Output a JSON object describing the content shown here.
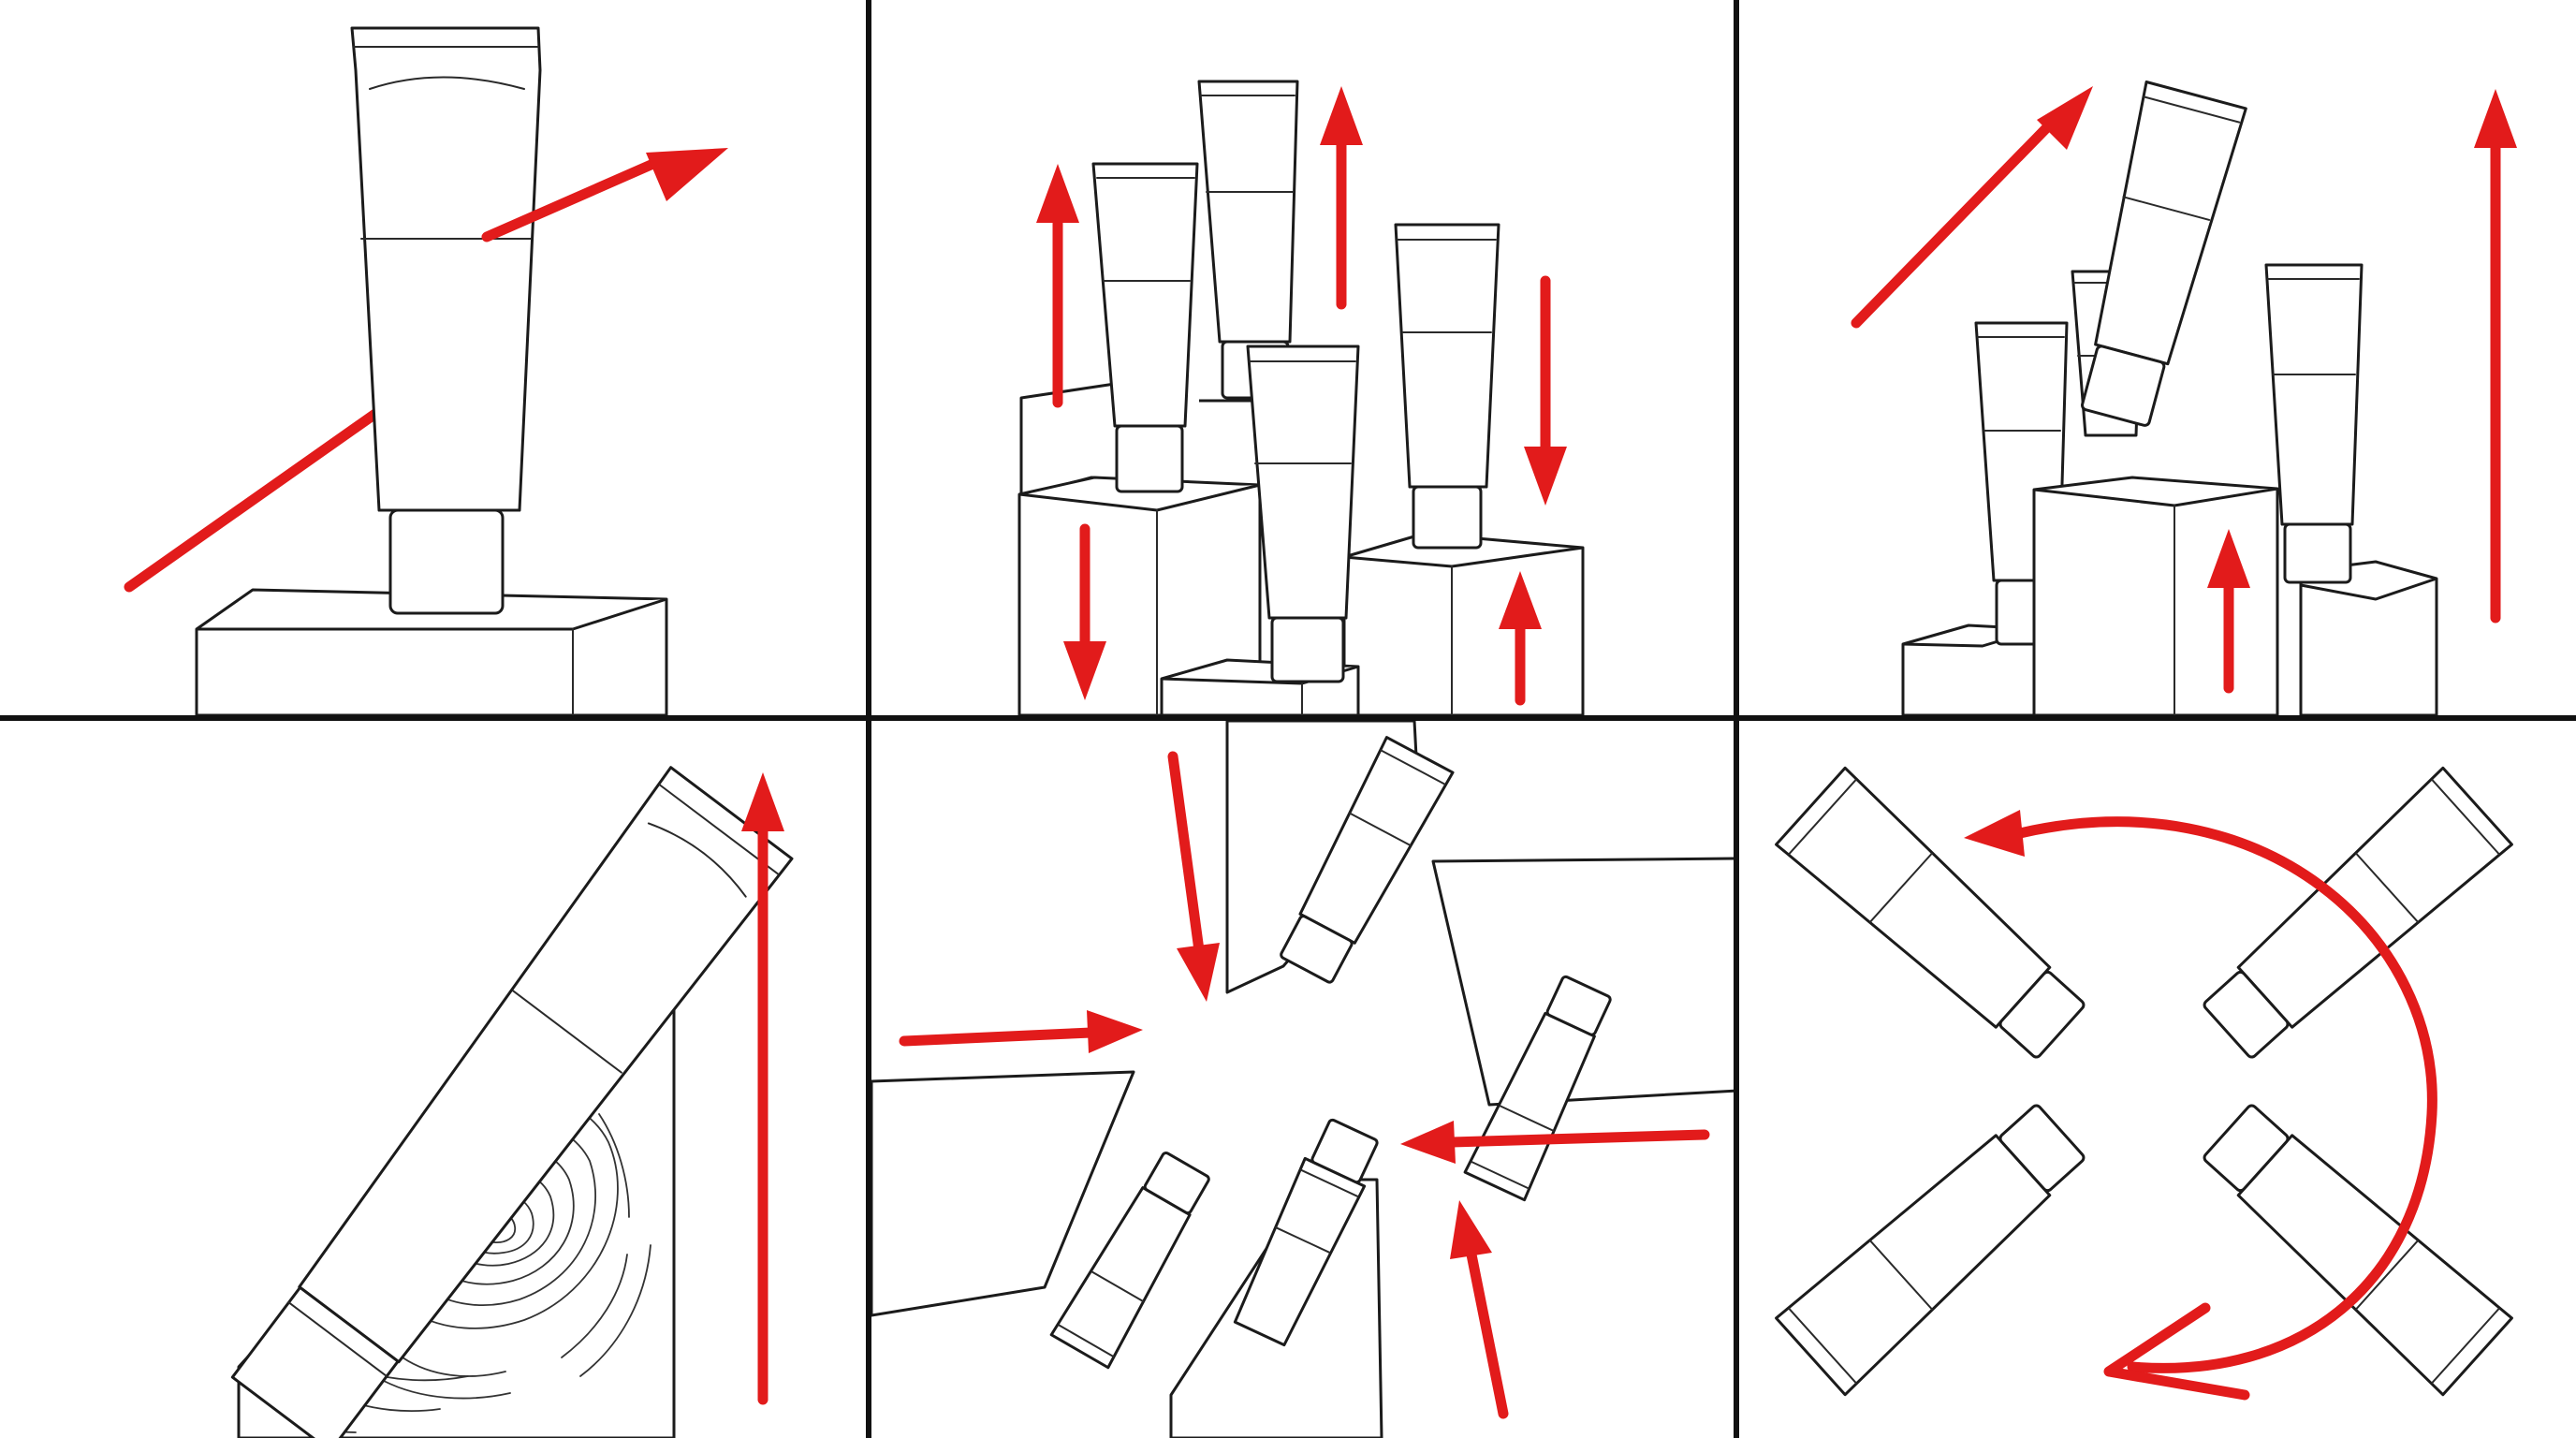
{
  "colors": {
    "arrow": "#e21b1b",
    "line": "#1b1b1b",
    "background": "#ffffff",
    "divider": "#111111"
  },
  "panels": [
    {
      "id": "panel-1",
      "icon": "single-tube-on-pedestal-icon",
      "arrow_direction": "diagonal-up-right"
    },
    {
      "id": "panel-2",
      "icon": "tubes-on-stepped-pedestals-icon",
      "arrow_direction": "up-and-down"
    },
    {
      "id": "panel-3",
      "icon": "tubes-with-tilted-tube-icon",
      "arrow_direction": "up"
    },
    {
      "id": "panel-4",
      "icon": "leaning-tube-on-wood-block-icon",
      "arrow_direction": "up"
    },
    {
      "id": "panel-5",
      "icon": "tubes-converging-top-view-icon",
      "arrow_direction": "inward"
    },
    {
      "id": "panel-6",
      "icon": "tubes-x-arrangement-icon",
      "arrow_direction": "curved-rotation"
    }
  ]
}
